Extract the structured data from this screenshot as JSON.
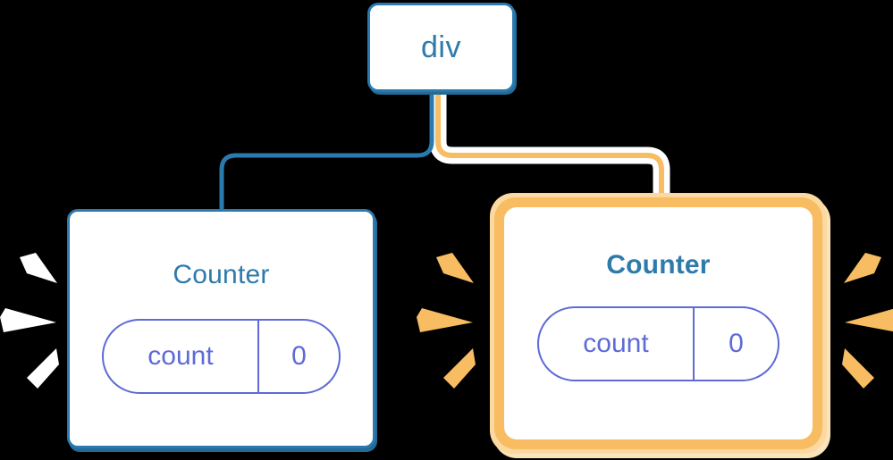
{
  "diagram": {
    "title": "component-tree-rerender-highlight",
    "background_color": "#000000"
  },
  "nodes": {
    "root": {
      "label": "div",
      "border_color": "#2A7AAE",
      "text_color": "#2E7AAB",
      "highlighted": false
    },
    "counter_left": {
      "label": "Counter",
      "border_color": "#2A7AAE",
      "text_color": "#2E7AAB",
      "highlighted": false,
      "state": {
        "key": "count",
        "value": "0",
        "color": "#5E6AD6"
      }
    },
    "counter_right": {
      "label": "Counter",
      "border_color": "#F8BC62",
      "text_color": "#2E7AAB",
      "highlighted": true,
      "state": {
        "key": "count",
        "value": "0",
        "color": "#5E6AD6"
      }
    }
  },
  "edges": {
    "root_to_left": {
      "name": "edge-div-to-counter-left",
      "color": "#2A7AAE",
      "highlighted": false
    },
    "root_to_right": {
      "name": "edge-div-to-counter-right",
      "color": "#F8BC62",
      "halo_color": "#FFFFFF",
      "highlighted": true
    }
  },
  "effects": {
    "sparkles_left": {
      "name": "sparkle-burst-left-counter",
      "color": "#FFFFFF",
      "count": 6
    },
    "sparkles_right": {
      "name": "sparkle-burst-right-counter",
      "color": "#F8BC62",
      "count": 6
    }
  },
  "palette": {
    "blue": "#2A7AAE",
    "blue_dark": "#236A97",
    "amber": "#F8BC62",
    "amber_light": "#FBD9A0",
    "purple": "#5E6AD6",
    "white": "#FFFFFF",
    "black": "#000000"
  }
}
